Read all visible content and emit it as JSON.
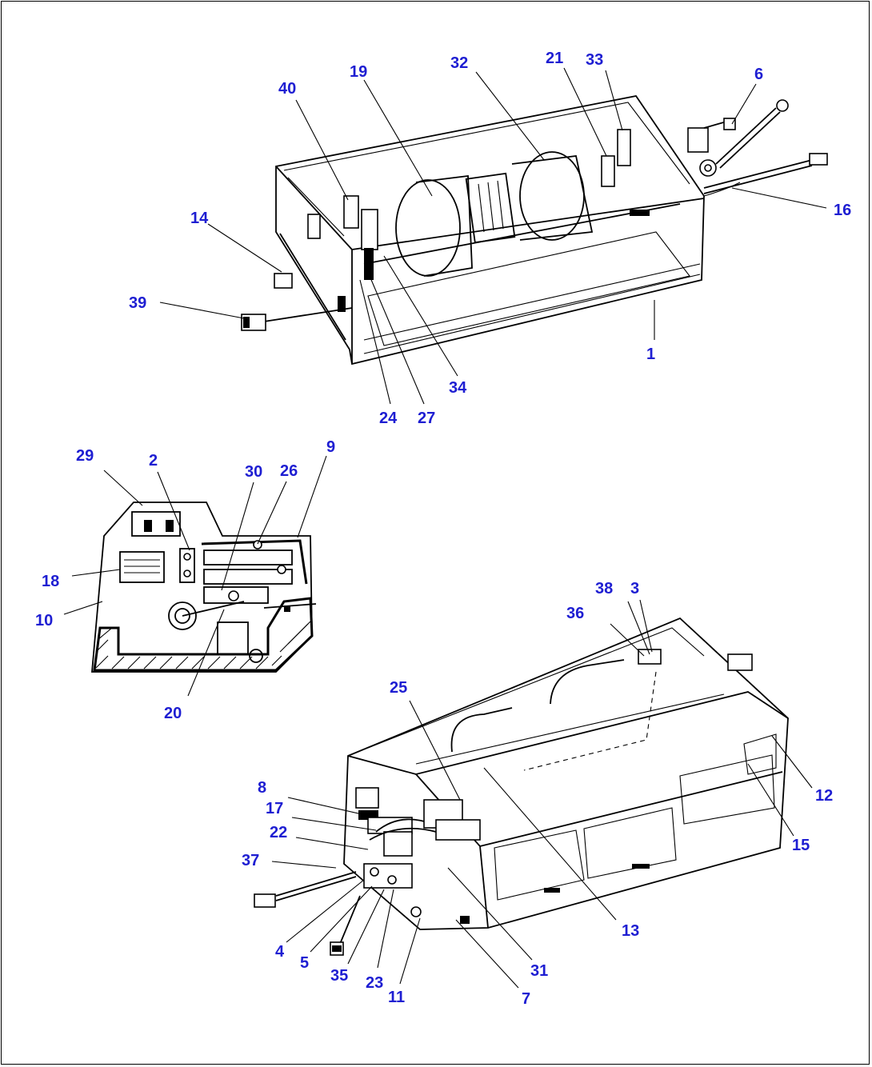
{
  "callouts": {
    "c1": "1",
    "c2": "2",
    "c3": "3",
    "c4": "4",
    "c5": "5",
    "c6": "6",
    "c7": "7",
    "c8": "8",
    "c9": "9",
    "c10": "10",
    "c11": "11",
    "c12": "12",
    "c13": "13",
    "c14": "14",
    "c15": "15",
    "c16": "16",
    "c17": "17",
    "c18": "18",
    "c19": "19",
    "c20": "20",
    "c21": "21",
    "c22": "22",
    "c23": "23",
    "c24": "24",
    "c25": "25",
    "c26": "26",
    "c27": "27",
    "c29": "29",
    "c30": "30",
    "c31": "31",
    "c32": "32",
    "c33": "33",
    "c34": "34",
    "c35": "35",
    "c36": "36",
    "c37": "37",
    "c38": "38",
    "c39": "39",
    "c40": "40"
  },
  "colors": {
    "callout": "#1e1ed2",
    "line": "#000000",
    "background": "#ffffff"
  }
}
